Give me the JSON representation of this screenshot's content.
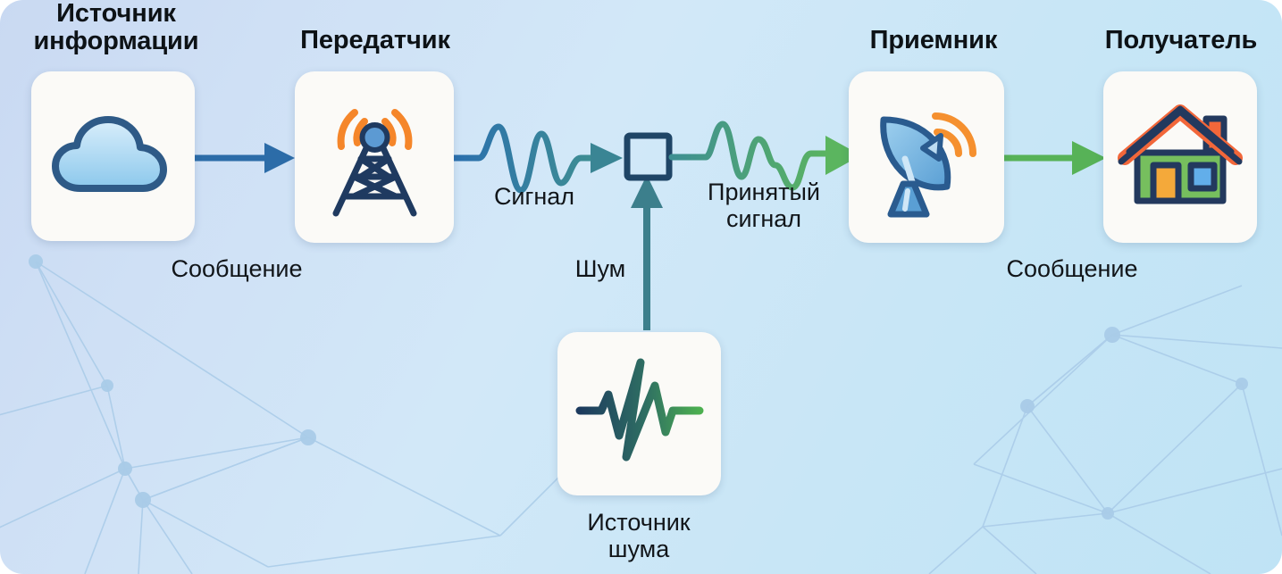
{
  "diagram": {
    "kind": "shannon-weaver-communication-model",
    "language": "ru",
    "background_color": "#cfe2f5",
    "card_color": "#fbfaf7"
  },
  "nodes": {
    "source": {
      "title": "Источник\nинформации",
      "icon": "cloud-icon",
      "icon_colors": {
        "fill_top": "#cfe9f8",
        "fill_bottom": "#8ec9ec",
        "stroke": "#2e5a87"
      }
    },
    "transmitter": {
      "title": "Передатчик",
      "icon": "radio-tower-icon",
      "icon_colors": {
        "tower": "#1f3a60",
        "waves": "#f5862a",
        "knob": "#5c9ad3"
      }
    },
    "receiver": {
      "title": "Приемник",
      "icon": "satellite-dish-icon",
      "icon_colors": {
        "dish": "#6fb0e0",
        "stroke": "#2a5b8f",
        "waves": "#f5902f"
      }
    },
    "destination": {
      "title": "Получатель",
      "icon": "house-icon",
      "icon_colors": {
        "wall": "#76bf5e",
        "roof": "#f2673a",
        "door": "#f4a93a",
        "window": "#62aeea",
        "stroke": "#23395e"
      }
    },
    "noise_source": {
      "title": "Источник\nшума",
      "icon": "noise-waveform-icon",
      "icon_colors": {
        "start": "#1c3a5e",
        "end": "#4caf50"
      }
    },
    "summing_node": {
      "shape": "square",
      "border_color": "#1f4566"
    }
  },
  "edges": {
    "message_out": {
      "label": "Сообщение",
      "style": "solid-arrow",
      "color": "#2c6ca8"
    },
    "signal": {
      "label": "Сигнал",
      "style": "wave-arrow",
      "color_from": "#2a6fae",
      "color_to": "#3e8f92"
    },
    "noise": {
      "label": "Шум",
      "style": "solid-arrow-up",
      "color": "#3c7f8c"
    },
    "received_signal": {
      "label": "Принятый\nсигнал",
      "style": "noisy-wave-arrow",
      "color_from": "#3e8f92",
      "color_to": "#5bb55f"
    },
    "message_in": {
      "label": "Сообщение",
      "style": "solid-arrow",
      "color": "#57b257"
    }
  }
}
